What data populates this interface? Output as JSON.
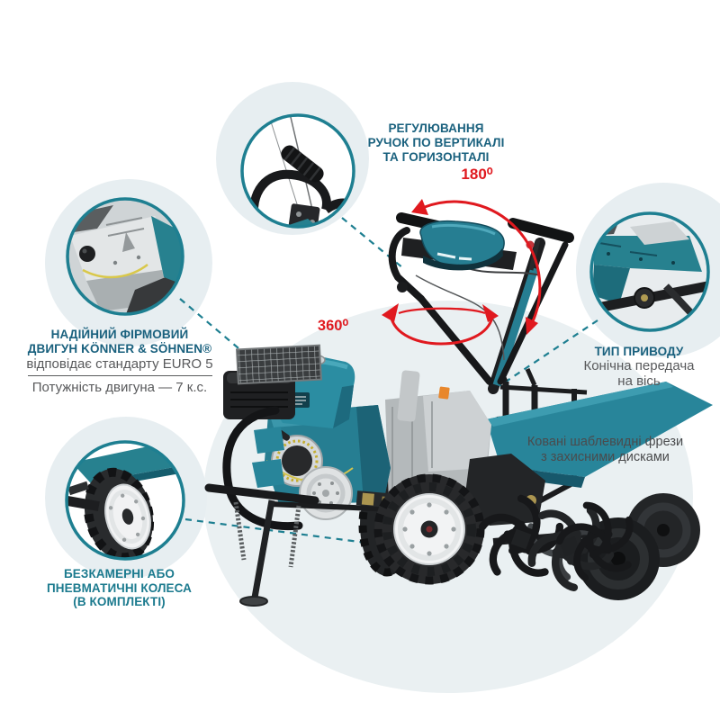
{
  "annotations": {
    "handles": {
      "title": "РЕГУЛЮВАННЯ\nРУЧОК ПО ВЕРТИКАЛІ\nТА ГОРИЗОНТАЛІ",
      "angle_180": "180⁰",
      "angle_360": "360⁰"
    },
    "engine": {
      "title": "НАДІЙНИЙ ФІРМОВИЙ\nДВИГУН KÖNNER & SÖHNEN®",
      "standard": "відповідає стандарту EURO 5",
      "power": "Потужність двигуна — 7 к.с."
    },
    "drive": {
      "title": "ТИП ПРИВОДУ",
      "description": "Конічна передача\nна вісь"
    },
    "tines": {
      "description": "Ковані шаблевидні фрези\nз захисними дисками"
    },
    "wheels": {
      "title": "БЕЗКАМЕРНІ АБО\nПНЕВМАТИЧНІ КОЛЕСА\n(В КОМПЛЕКТІ)"
    }
  },
  "colors": {
    "accent_teal": "#1e7f91",
    "heading_blue": "#1a617e",
    "heading_teal": "#1b7a8e",
    "body_gray": "#58595b",
    "arrow_red": "#e0191f",
    "machine_teal": "#27818f",
    "halo": "#e7eef1",
    "bg_ellipse": "#eaf0f2"
  }
}
